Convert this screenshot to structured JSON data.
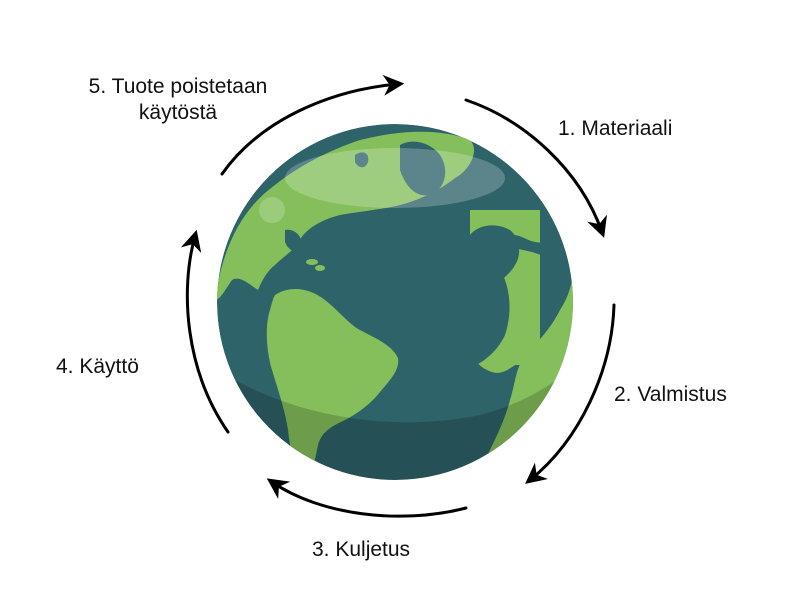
{
  "diagram": {
    "type": "cycle",
    "center_icon": "earth-globe-icon",
    "colors": {
      "ocean": "#2e6369",
      "ocean_shade": "#264f55",
      "land": "#85bf5c",
      "land_shade": "#63a84a",
      "highlight": "#ffffff",
      "arrow": "#000000",
      "text": "#111111"
    },
    "steps": [
      {
        "label": "1. Materiaali"
      },
      {
        "label": "2. Valmistus"
      },
      {
        "label": "3. Kuljetus"
      },
      {
        "label": "4. Käyttö"
      },
      {
        "label_line1": "5. Tuote poistetaan",
        "label_line2": "käytöstä"
      }
    ]
  }
}
